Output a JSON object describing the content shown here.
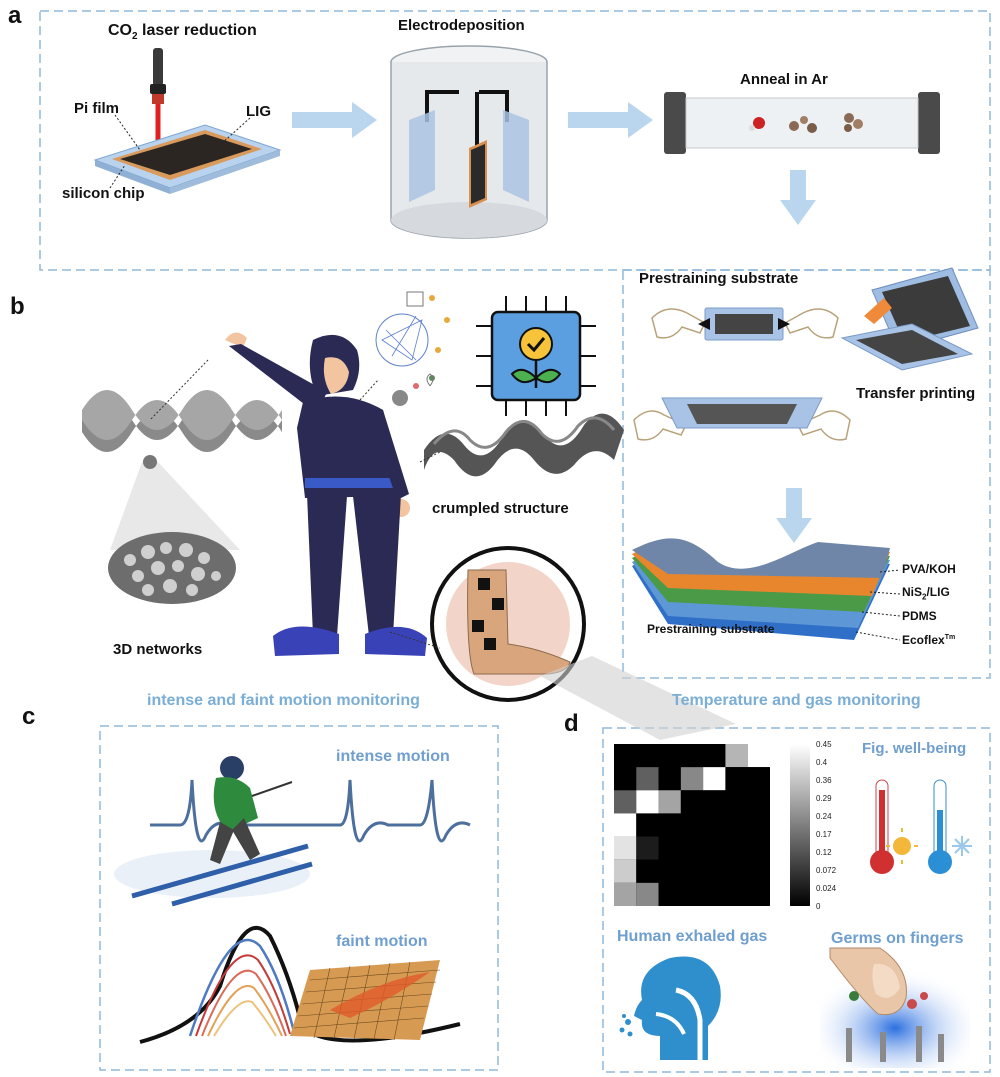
{
  "panels": {
    "a": "a",
    "b": "b",
    "c": "c",
    "d": "d"
  },
  "panel_a": {
    "laser_title_prefix": "CO",
    "laser_title_sub": "2",
    "laser_title_suffix": " laser reduction",
    "pi_film": "Pi film",
    "lig": "LIG",
    "silicon_chip": "silicon chip",
    "electrodeposition": "Electrodeposition",
    "anneal": "Anneal in Ar"
  },
  "prestrain_section": {
    "prestraining_substrate_title": "Prestraining substrate",
    "transfer_printing": "Transfer printing",
    "layer_1": "PVA/KOH",
    "layer_2_prefix": "NiS",
    "layer_2_sub": "2",
    "layer_2_suffix": "/LIG",
    "layer_3": "PDMS",
    "layer_4_prefix": "Ecoflex",
    "layer_4_sup": "Tm",
    "prestraining_substrate_bottom": "Prestraining substrate"
  },
  "panel_b": {
    "crumpled": "crumpled structure",
    "networks": "3D networks"
  },
  "captions": {
    "motion": "intense and faint motion monitoring",
    "temp_gas": "Temperature and gas monitoring"
  },
  "panel_c": {
    "intense": "intense motion",
    "faint": "faint motion"
  },
  "panel_d": {
    "wellbeing": "Fig. well-being",
    "exhaled": "Human exhaled gas",
    "germs": "Germs on fingers",
    "colorbar_ticks": [
      "0.45",
      "0.4",
      "0.36",
      "0.29",
      "0.24",
      "0.17",
      "0.12",
      "0.072",
      "0.024",
      "0"
    ],
    "heatmap": [
      [
        0.0,
        0.0,
        0.0,
        0.0,
        0.0,
        0.32,
        0.45
      ],
      [
        0.0,
        0.17,
        0.0,
        0.24,
        0.45,
        0.0,
        0.0
      ],
      [
        0.17,
        0.45,
        0.29,
        0.0,
        0.0,
        0.0,
        0.0
      ],
      [
        0.45,
        0.0,
        0.0,
        0.0,
        0.0,
        0.0,
        0.0
      ],
      [
        0.4,
        0.05,
        0.0,
        0.0,
        0.0,
        0.0,
        0.0
      ],
      [
        0.36,
        0.0,
        0.0,
        0.0,
        0.0,
        0.0,
        0.0
      ],
      [
        0.29,
        0.24,
        0.0,
        0.0,
        0.0,
        0.0,
        0.0
      ]
    ]
  },
  "colors": {
    "dash_border": "#8fb8dc",
    "arrow": "#b9d6ee",
    "hoodie": "#2b2a55",
    "caption_blue": "#7aaed6"
  }
}
